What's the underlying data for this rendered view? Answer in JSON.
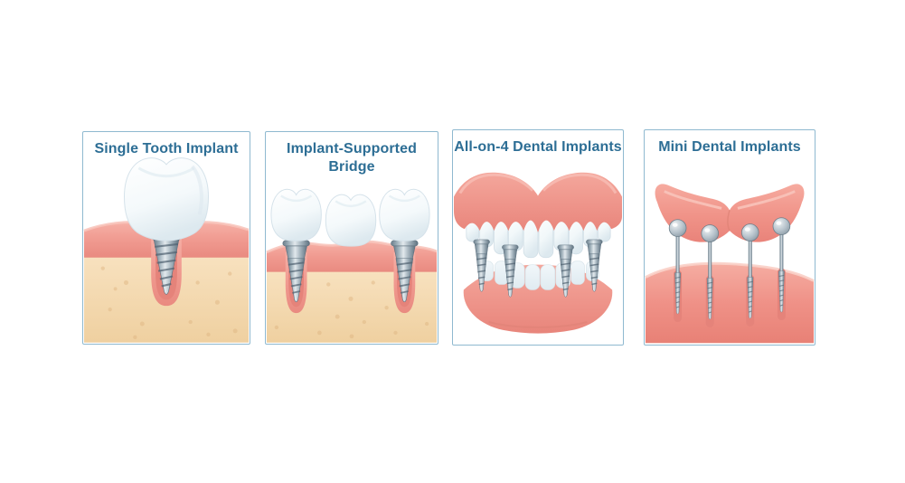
{
  "panels": [
    {
      "title": "Single Tooth Implant",
      "illustration": "single-tooth-implant-diagram"
    },
    {
      "title": "Implant-Supported Bridge",
      "illustration": "implant-supported-bridge-diagram"
    },
    {
      "title": "All-on-4 Dental Implants",
      "illustration": "all-on-4-dental-implants-diagram"
    },
    {
      "title": "Mini Dental Implants",
      "illustration": "mini-dental-implants-diagram"
    }
  ],
  "colors": {
    "background": "#FFFFFF",
    "panel_border": "#8FB9D0",
    "title_text": "#2D6E95",
    "gum_pink": "#F0998F",
    "gum_highlight": "#F8C3BA",
    "gum_socket": "#E5837A",
    "bone_beige": "#F3D6A8",
    "bone_dots": "#DFB180",
    "metal_light": "#E2E9ED",
    "metal_dark": "#5F7280",
    "tooth_white": "#FFFFFF",
    "tooth_shadow": "#DDE9EF"
  }
}
